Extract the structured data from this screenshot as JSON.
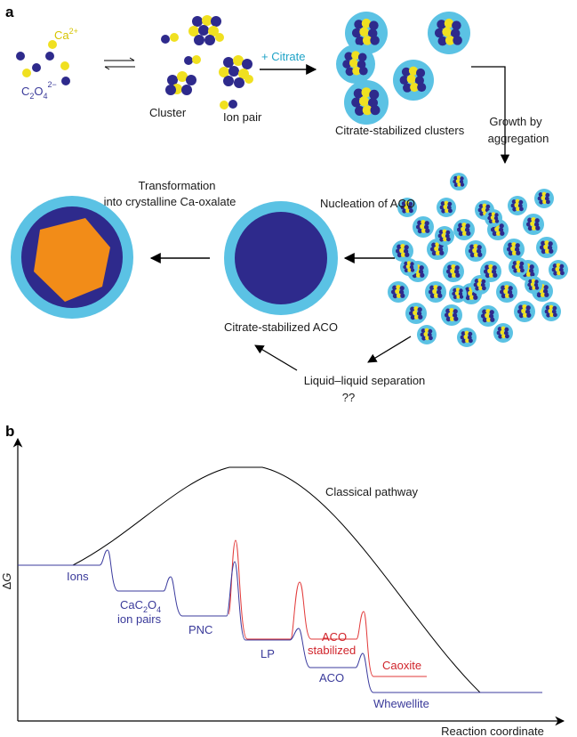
{
  "panels": {
    "a": "a",
    "b": "b"
  },
  "colors": {
    "oxalate": "#2e2a8c",
    "calcium": "#f0e020",
    "citrate_shell": "#5bc2e4",
    "crystal": "#f28c18",
    "arrow": "#000000",
    "ions_curve": "#3b3b9e",
    "stabilized_curve": "#e23a3a",
    "classical_curve": "#000000"
  },
  "panel_a": {
    "ca_label": "Ca",
    "ca_charge": "2+",
    "ox_c": "C",
    "ox_sub1": "2",
    "ox_o": "O",
    "ox_sub2": "4",
    "ox_charge": "2−",
    "cluster": "Cluster",
    "ion_pair": "Ion pair",
    "plus_citrate": "+ Citrate",
    "citrate_clusters": "Citrate-stabilized clusters",
    "growth_1": "Growth by",
    "growth_2": "aggregation",
    "nucleation": "Nucleation of ACO",
    "transform_1": "Transformation",
    "transform_2": "into crystalline Ca-oxalate",
    "citrate_aco": "Citrate-stabilized ACO",
    "llps_1": "Liquid–liquid  separation",
    "llps_2": "??"
  },
  "panel_b": {
    "ylabel_delta": "Δ",
    "ylabel_g": "G",
    "xlabel": "Reaction coordinate",
    "classical": "Classical pathway",
    "ions": "Ions",
    "cac2o4_ca": "CaC",
    "cac2o4_s1": "2",
    "cac2o4_o": "O",
    "cac2o4_s2": "4",
    "ion_pairs": "ion pairs",
    "pnc": "PNC",
    "lp": "LP",
    "aco_stab_1": "ACO",
    "aco_stab_2": "stabilized",
    "aco": "ACO",
    "caoxite": "Caoxite",
    "whewellite": "Whewellite"
  }
}
